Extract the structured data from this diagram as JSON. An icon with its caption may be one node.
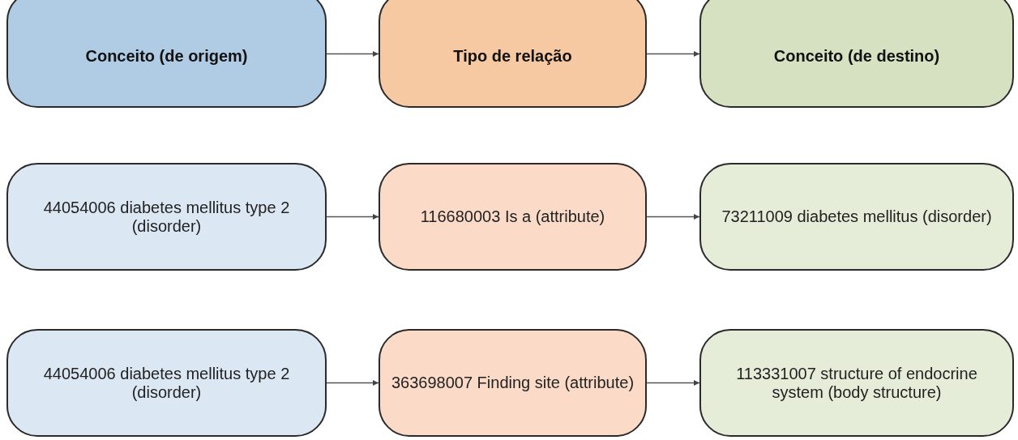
{
  "diagram": {
    "nodes": [
      {
        "text": [
          "Conceito (de origem)"
        ]
      },
      {
        "text": [
          "Tipo de relação"
        ]
      },
      {
        "text": [
          "Conceito (de destino)"
        ]
      },
      {
        "text": [
          "44054006 diabetes mellitus type 2 (disorder)"
        ]
      },
      {
        "text": [
          "116680003 Is a (attribute)"
        ]
      },
      {
        "text": [
          "73211009 diabetes mellitus (disorder)"
        ]
      },
      {
        "text": [
          "44054006 diabetes mellitus type 2 (disorder)"
        ]
      },
      {
        "text": [
          "363698007 Finding site (attribute)"
        ]
      },
      {
        "text": [
          "113331007 structure of endocrine system (body structure)"
        ]
      }
    ],
    "edges": [
      {
        "from": 0,
        "to": 1,
        "arrow": "to"
      },
      {
        "from": 1,
        "to": 2,
        "arrow": "to"
      },
      {
        "from": 3,
        "to": 4,
        "arrow": "to"
      },
      {
        "from": 4,
        "to": 5,
        "arrow": "to"
      },
      {
        "from": 6,
        "to": 7,
        "arrow": "to"
      },
      {
        "from": 7,
        "to": 8,
        "arrow": "to"
      }
    ]
  }
}
